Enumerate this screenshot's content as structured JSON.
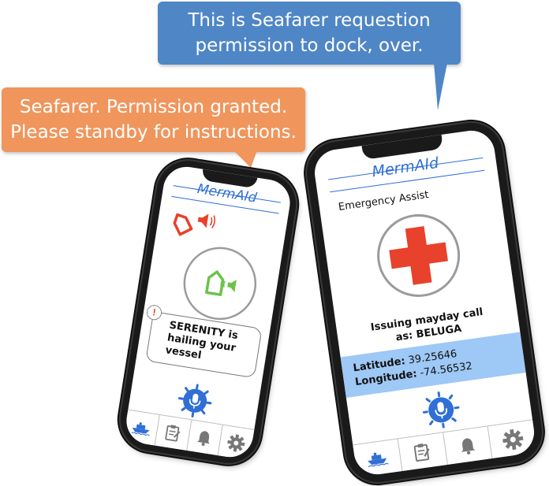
{
  "bubbles": {
    "vessel_line1": "This is Seafarer requestion",
    "vessel_line2": "permission to dock, over.",
    "port_line1": "Seafarer. Permission granted.",
    "port_line2": "Please standby for instructions."
  },
  "left_phone": {
    "app_name": "MermAId",
    "alert_mark": "!",
    "hail_text": "SERENITY is hailing your vessel",
    "tabs": [
      "ship-icon",
      "clipboard-icon",
      "bell-icon",
      "gear-icon"
    ],
    "colors": {
      "accent": "#2f6fd6",
      "alert": "#e8412c",
      "vessel": "#6cc24a"
    }
  },
  "right_phone": {
    "app_name": "MermAId",
    "header": "Emergency Assist",
    "mayday_line1": "Issuing mayday call",
    "mayday_line2": "as: BELUGA",
    "latitude_label": "Latitude:",
    "latitude_value": "39.25646",
    "longitude_label": "Longitude:",
    "longitude_value": "-74.56532",
    "tabs": [
      "ship-icon",
      "clipboard-icon",
      "bell-icon",
      "gear-icon"
    ],
    "colors": {
      "accent": "#2f6fd6",
      "cross": "#e8412c",
      "coords_bg": "#9ec8f5"
    }
  }
}
